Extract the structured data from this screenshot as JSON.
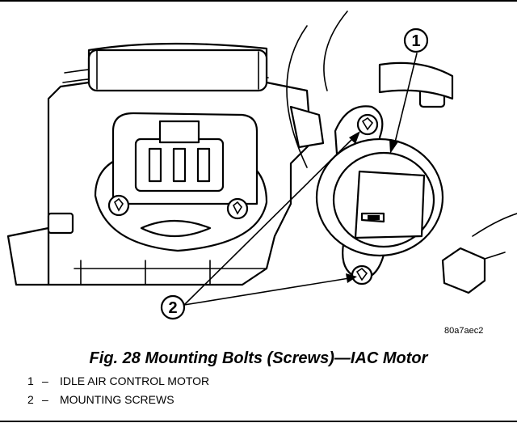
{
  "figure": {
    "caption": "Fig. 28 Mounting Bolts (Screws)—IAC Motor",
    "image_code": "80a7aec2",
    "callouts": [
      {
        "number": "1"
      },
      {
        "number": "2"
      }
    ],
    "legend": [
      {
        "number": "1",
        "dash": "–",
        "text": "IDLE AIR CONTROL MOTOR"
      },
      {
        "number": "2",
        "dash": "–",
        "text": "MOUNTING SCREWS"
      }
    ]
  }
}
